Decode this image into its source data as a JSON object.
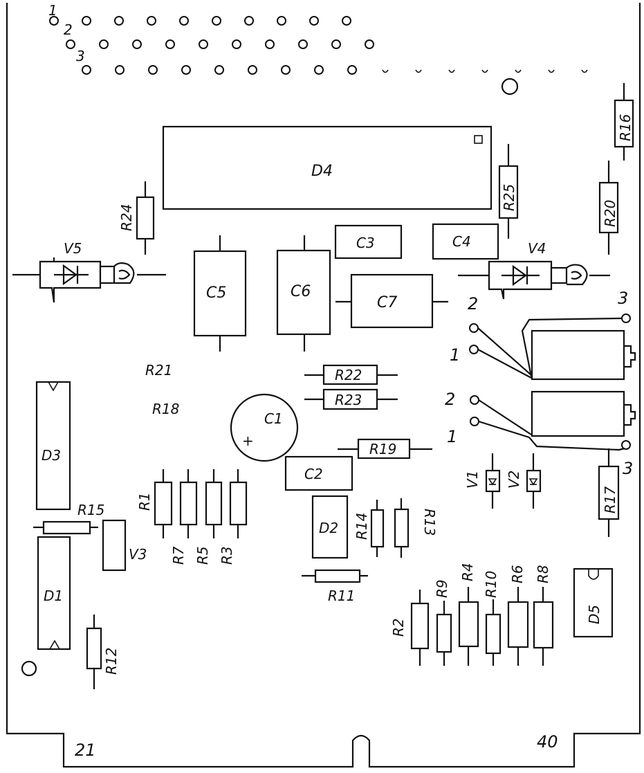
{
  "board": {
    "connector_pin_labels": [
      "1",
      "2",
      "3"
    ],
    "edge_contact_labels": {
      "left": "21",
      "right": "40"
    }
  },
  "components": {
    "D1": "D1",
    "D2": "D2",
    "D3": "D3",
    "D4": "D4",
    "D5": "D5",
    "C1": "C1",
    "C1_polarity": "+",
    "C2": "C2",
    "C3": "C3",
    "C4": "C4",
    "C5": "C5",
    "C6": "C6",
    "C7": "C7",
    "R1": "R1",
    "R2": "R2",
    "R3": "R3",
    "R4": "R4",
    "R5": "R5",
    "R6": "R6",
    "R7": "R7",
    "R8": "R8",
    "R9": "R9",
    "R10": "R10",
    "R11": "R11",
    "R12": "R12",
    "R13": "R13",
    "R14": "R14",
    "R15": "R15",
    "R16": "R16",
    "R17": "R17",
    "R18": "R18",
    "R19": "R19",
    "R20": "R20",
    "R21": "R21",
    "R22": "R22",
    "R23": "R23",
    "R24": "R24",
    "R25": "R25",
    "V1": "V1",
    "V2": "V2",
    "V3": "V3",
    "V4": "V4",
    "V5": "V5"
  },
  "relays": {
    "upper": {
      "pin_1": "1",
      "pin_2": "2",
      "pin_3": "3"
    },
    "lower": {
      "pin_1": "1",
      "pin_2": "2",
      "pin_3": "3"
    }
  }
}
